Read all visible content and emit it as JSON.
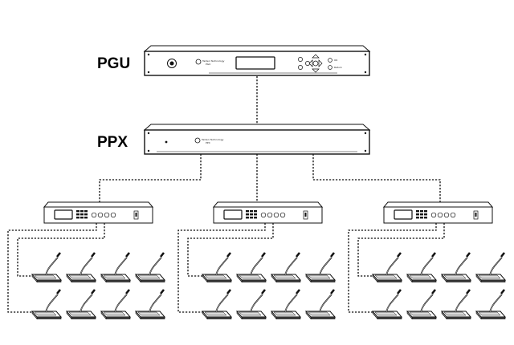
{
  "diagram": {
    "main_units": [
      {
        "id": "pgu",
        "label": "PGU",
        "front_caption": "Taiden Technology",
        "front_sub": "PGU",
        "button_labels": [
          "OK",
          "Return"
        ]
      },
      {
        "id": "ppx",
        "label": "PPX",
        "front_caption": "Taiden Technology",
        "front_sub": "PPX"
      }
    ],
    "distributors": [
      {
        "id": "distributor-left"
      },
      {
        "id": "distributor-center"
      },
      {
        "id": "distributor-right"
      }
    ],
    "groups": [
      {
        "id": "group-left",
        "rows": 2,
        "per_row": 4
      },
      {
        "id": "group-center",
        "rows": 2,
        "per_row": 4
      },
      {
        "id": "group-right",
        "rows": 2,
        "per_row": 4
      }
    ],
    "connection_style": "dashed",
    "colors": {
      "line": "#111111",
      "fill": "#ffffff"
    }
  }
}
